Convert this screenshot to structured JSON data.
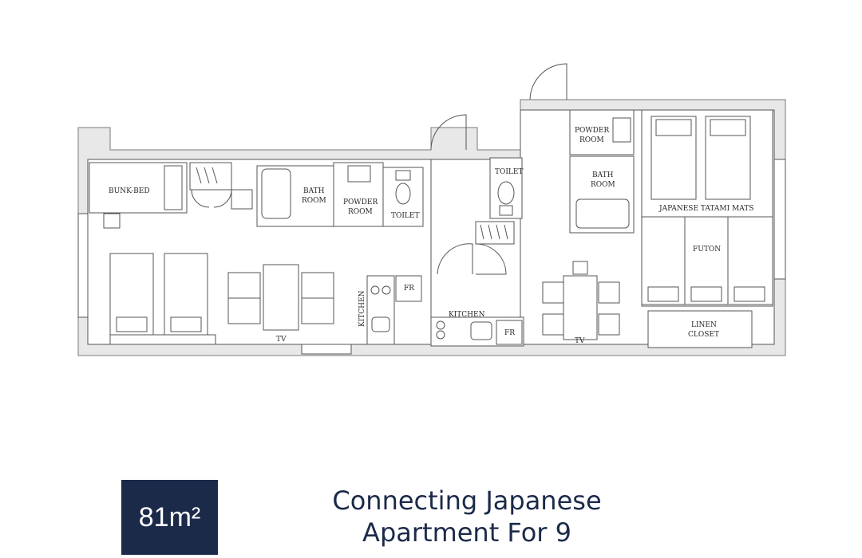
{
  "floorplan": {
    "labels": {
      "bunk_bed": "BUNK-BED",
      "bath_room_1": [
        "BATH",
        "ROOM"
      ],
      "powder_room_1": [
        "POWDER",
        "ROOM"
      ],
      "toilet_1": "TOILET",
      "toilet_2": "TOILET",
      "powder_room_2": [
        "POWDER",
        "ROOM"
      ],
      "bath_room_2": [
        "BATH",
        "ROOM"
      ],
      "tatami": "JAPANESE TATAMI MATS",
      "futon": "FUTON",
      "kitchen_1": "KITCHEN",
      "kitchen_2": "KITCHEN",
      "fr_1": "FR",
      "fr_2": "FR",
      "tv_1": "TV",
      "tv_2": "TV",
      "linen_closet": [
        "LINEN",
        "CLOSET"
      ]
    }
  },
  "summary": {
    "area": "81m²",
    "title_line1": "Connecting Japanese",
    "title_line2": "Apartment For 9"
  },
  "colors": {
    "navy": "#1c2a4a",
    "wall_fill": "#e8e8e8"
  }
}
